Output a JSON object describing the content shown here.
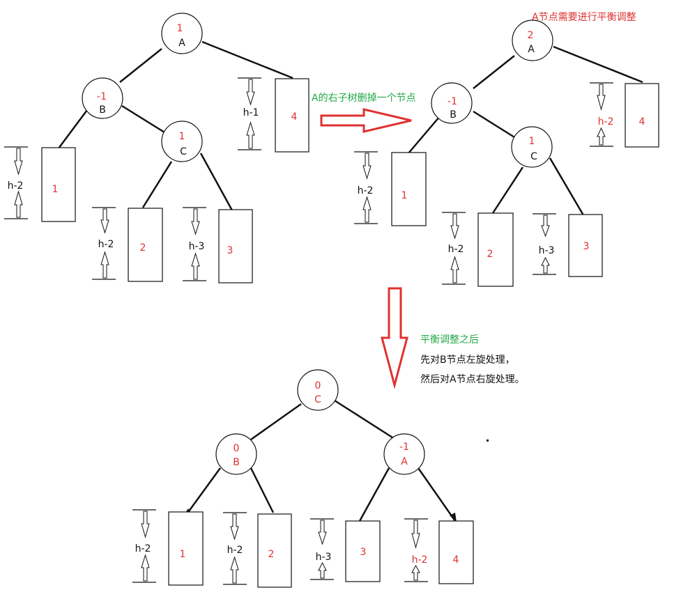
{
  "colors": {
    "balance_factor": "#e03030",
    "label_red": "#e03030",
    "label_green": "#22a845",
    "arrow_red": "#e03030",
    "ink": "#111111"
  },
  "trees": {
    "before": {
      "nodes": [
        {
          "name": "A",
          "bf": "1"
        },
        {
          "name": "B",
          "bf": "-1"
        },
        {
          "name": "C",
          "bf": "1"
        }
      ],
      "subtrees": [
        {
          "label": "1",
          "height": "h-2"
        },
        {
          "label": "2",
          "height": "h-2"
        },
        {
          "label": "3",
          "height": "h-3"
        },
        {
          "label": "4",
          "height": "h-1"
        }
      ]
    },
    "after_delete": {
      "nodes": [
        {
          "name": "A",
          "bf": "2"
        },
        {
          "name": "B",
          "bf": "-1"
        },
        {
          "name": "C",
          "bf": "1"
        }
      ],
      "subtrees": [
        {
          "label": "1",
          "height": "h-2"
        },
        {
          "label": "2",
          "height": "h-2"
        },
        {
          "label": "3",
          "height": "h-3"
        },
        {
          "label": "4",
          "height": "h-2"
        }
      ]
    },
    "balanced": {
      "nodes": [
        {
          "name": "C",
          "bf": "0"
        },
        {
          "name": "B",
          "bf": "0"
        },
        {
          "name": "A",
          "bf": "-1"
        }
      ],
      "subtrees": [
        {
          "label": "1",
          "height": "h-2"
        },
        {
          "label": "2",
          "height": "h-2"
        },
        {
          "label": "3",
          "height": "h-3"
        },
        {
          "label": "4",
          "height": "h-2"
        }
      ]
    }
  },
  "labels": {
    "need_balance": "A节点需要进行平衡调整",
    "delete_right": "A的右子树删掉一个节点",
    "after_balance": "平衡调整之后",
    "step1": "先对B节点左旋处理，",
    "step2": "然后对A节点右旋处理。"
  }
}
